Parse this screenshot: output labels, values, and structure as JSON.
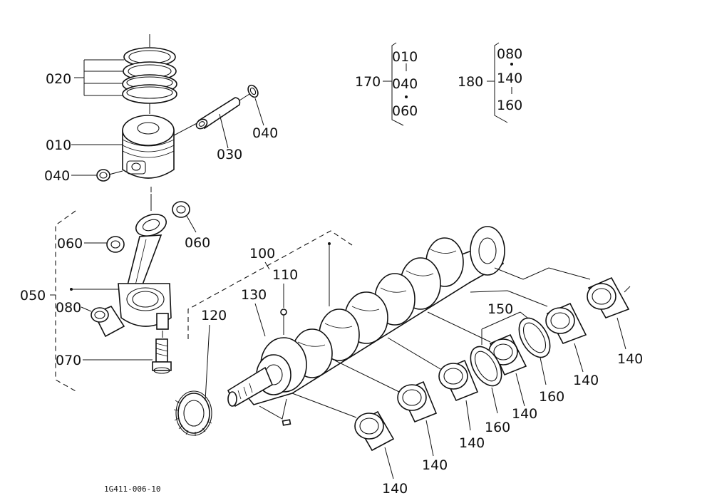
{
  "labels": {
    "l010": "010",
    "l020": "020",
    "l030": "030",
    "l040a": "040",
    "l040b": "040",
    "l050": "050",
    "l060a": "060",
    "l060b": "060",
    "l070": "070",
    "l080": "080",
    "l100": "100",
    "l110": "110",
    "l120": "120",
    "l130": "130",
    "l150": "150",
    "l170": "170",
    "l180": "180",
    "l140a": "140",
    "l140b": "140",
    "l140c": "140",
    "l140d": "140",
    "l140e": "140",
    "l140f": "140",
    "l160a": "160",
    "l160b": "160"
  },
  "set170": {
    "code": "170",
    "items": [
      "010",
      "040",
      "060"
    ]
  },
  "set180": {
    "code": "180",
    "items": [
      "080",
      "140",
      "160"
    ]
  },
  "figure_code": "1G411-006-10"
}
